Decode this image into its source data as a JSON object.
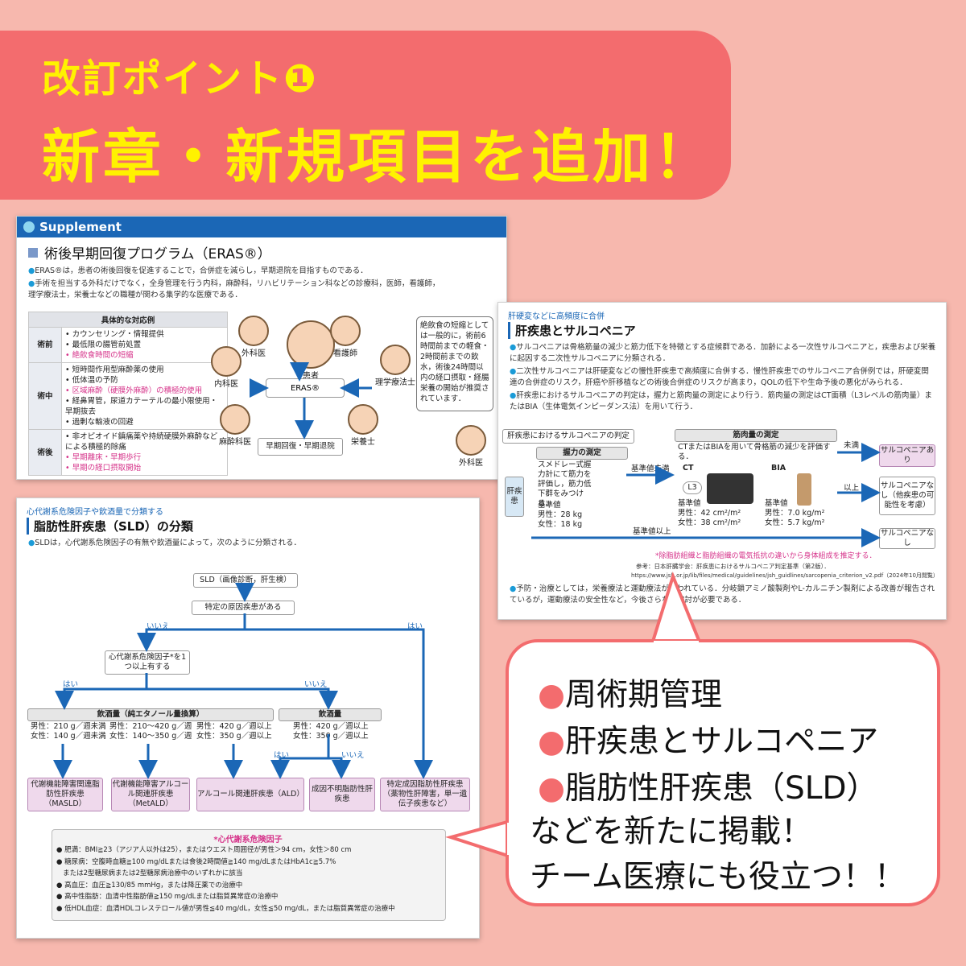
{
  "banner": {
    "subtitle": "改訂ポイント❶",
    "title": "新章・新規項目を追加！"
  },
  "panel_eras": {
    "header": "Supplement",
    "title": "術後早期回復プログラム（ERAS®）",
    "bullets": [
      "ERAS®は，患者の術後回復を促進することで，合併症を減らし，早期退院を目指すものである．",
      "手術を担当する外科だけでなく，全身管理を行う内科，麻酔科，リハビリテーション科などの診療科，医師，看護師，",
      "理学療法士，栄養士などの職種が関わる集学的な医療である．"
    ],
    "table_header": "具体的な対応例",
    "rows": [
      {
        "stage": "術前",
        "items": [
          "カウンセリング・情報提供",
          "最低限の腸管前処置"
        ],
        "pink_items": [
          "絶飲食時間の短縮"
        ]
      },
      {
        "stage": "術中",
        "items": [
          "短時間作用型麻酔薬の使用",
          "低体温の予防"
        ],
        "pink_items": [
          "区域麻酔（硬膜外麻酔）の積極的使用"
        ],
        "items2": [
          "経鼻胃管，尿道カテーテルの最小限使用・早期抜去",
          "過剰な輸液の回避"
        ]
      },
      {
        "stage": "術後",
        "items": [
          "非オピオイド鎮痛薬や持続硬膜外麻酔などによる積極的除痛"
        ],
        "pink_items": [
          "早期離床・早期歩行",
          "早期の経口摂取開始"
        ]
      }
    ],
    "roles": {
      "surgeon": "外科医",
      "nurse": "看護師",
      "internist": "内科医",
      "patient": "患者",
      "center": "ERAS®",
      "pt": "理学療法士",
      "anesthesiologist": "麻酔科医",
      "dietitian": "栄養士",
      "outcome": "早期回復・早期退院",
      "surgeon2": "外科医"
    },
    "note": "絶飲食の短縮としては一般的に，術前6時間前までの軽食・2時間前までの飲水，術後24時間以内の経口摂取・経腸栄養の開始が推奨されています．"
  },
  "panel_liver": {
    "small_head": "肝硬変などに高頻度に合併",
    "title": "肝疾患とサルコペニア",
    "bullets": [
      "サルコペニアは骨格筋量の減少と筋力低下を特徴とする症候群である．加齢による一次性サルコペニアと，疾患および栄養に起因する二次性サルコペニアに分類される．",
      "二次性サルコペニアは肝硬変などの慢性肝疾患で高頻度に合併する．慢性肝疾患でのサルコペニア合併例では，肝硬変関連の合併症のリスク，肝癌や肝移植などの術後合併症のリスクが高まり，QOLの低下や生命予後の悪化がみられる．",
      "肝疾患におけるサルコペニアの判定は，握力と筋肉量の測定により行う．筋肉量の測定はCT面積（L3レベルの筋肉量）またはBIA（生体電気インピーダンス法）を用いて行う．"
    ],
    "chart_title": "肝疾患におけるサルコペニアの判定",
    "side_label": "肝疾患",
    "grip": {
      "title": "握力の測定",
      "text": "スメドレー式握力計にて筋力を評価し，筋力低下群をみつける．",
      "criteria_label": "基準値",
      "male": "男性：28 kg",
      "female": "女性：18 kg"
    },
    "muscle": {
      "title": "筋肉量の測定",
      "text": "CTまたはBIAを用いて骨格筋の減少を評価する．",
      "ct": "CT",
      "bia": "BIA",
      "l3": "L3",
      "criteria_label": "基準値",
      "ct_male": "男性：42 cm²/m²",
      "ct_female": "女性：38 cm²/m²",
      "bia_male": "男性：7.0 kg/m²",
      "bia_female": "女性：5.7 kg/m²"
    },
    "arrows": {
      "below": "基準値未満",
      "below2": "未満",
      "above": "以上",
      "above_grip": "基準値以上"
    },
    "results": {
      "sarco": "サルコペニアあり",
      "none_other": "サルコペニアなし（他疾患の可能性を考慮）",
      "none": "サルコペニアなし"
    },
    "footnote": "*除脂肪組織と脂肪組織の電気抵抗の違いから身体組成を推定する．",
    "ref1": "参考：日本肝臓学会：肝疾患におけるサルコペニア判定基準（第2版）．",
    "ref2": "https://www.jsh.or.jp/lib/files/medical/guidelines/jsh_guidlines/sarcopenia_criterion_v2.pdf（2024年10月閲覧）",
    "last_bullet": "予防・治療としては，栄養療法と運動療法が行われている．分岐鎖アミノ酸製剤やL-カルニチン製剤による改善が報告されているが，運動療法の安全性など，今後さらなる検討が必要である．"
  },
  "panel_sld": {
    "small_head": "心代謝系危険因子や飲酒量で分類する",
    "title": "脂肪性肝疾患（SLD）の分類",
    "bullet": "SLDは，心代謝系危険因子の有無や飲酒量によって，次のように分類される．",
    "nodes": {
      "sld": "SLD（画像診断，肝生検）",
      "cause": "特定の原因疾患がある",
      "factor": "心代謝系危険因子*を1つ以上有する",
      "drink_left_title": "飲酒量（純エタノール量換算）",
      "drink_left_a1": "男性：210 g／週未満",
      "drink_left_a2": "女性：140 g／週未満",
      "drink_left_b1": "男性：210〜420 g／週",
      "drink_left_b2": "女性：140〜350 g／週",
      "drink_left_c1": "男性：420 g／週以上",
      "drink_left_c2": "女性：350 g／週以上",
      "drink_right_title": "飲酒量",
      "drink_right_1": "男性：420 g／週以上",
      "drink_right_2": "女性：350 g／週以上",
      "masld": "代謝機能障害関連脂肪性肝疾患（MASLD）",
      "metald": "代謝機能障害アルコール関連肝疾患（MetALD）",
      "ald": "アルコール関連肝疾患（ALD）",
      "crypto": "成因不明脂肪性肝疾患",
      "specific": "特定成因脂肪性肝疾患（薬物性肝障害，単一遺伝子疾患など）"
    },
    "labels": {
      "no": "いいえ",
      "yes": "はい"
    },
    "factors_title": "*心代謝系危険因子",
    "factors": [
      "肥満：BMI≧23（アジア人以外は25），またはウエスト周囲径が男性＞94 cm，女性＞80 cm",
      "糖尿病：空腹時血糖≧100 mg/dLまたは食後2時間値≧140 mg/dLまたはHbA1c≧5.7%",
      "または2型糖尿病または2型糖尿病治療中のいずれかに該当",
      "高血圧：血圧≧130/85 mmHg，または降圧薬での治療中",
      "高中性脂肪：血清中性脂肪値≧150 mg/dLまたは脂質異常症の治療中",
      "低HDL血症：血清HDLコレステロール値が男性≦40 mg/dL，女性≦50 mg/dL，または脂質異常症の治療中"
    ]
  },
  "bubble": {
    "items": [
      "周術期管理",
      "肝疾患とサルコペニア",
      "脂肪性肝疾患（SLD）"
    ],
    "line4": "などを新たに掲載！",
    "line5": "チーム医療にも役立つ！！"
  },
  "colors": {
    "bg": "#f7b8ae",
    "banner": "#f36c6e",
    "yellow": "#fff200",
    "blue": "#1b67b6",
    "pink": "#d6338a"
  }
}
